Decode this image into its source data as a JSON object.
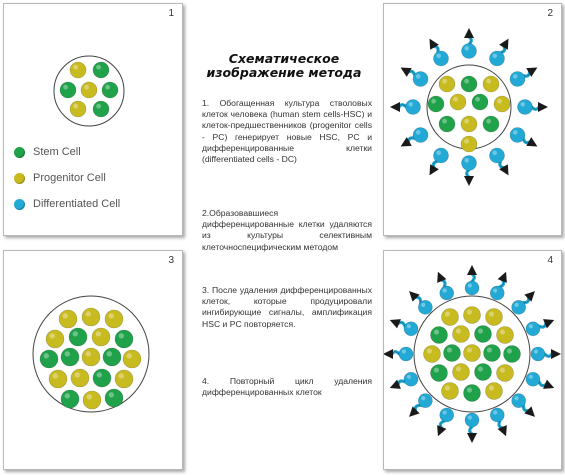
{
  "panels": [
    {
      "number": "1"
    },
    {
      "number": "2"
    },
    {
      "number": "3"
    },
    {
      "number": "4"
    }
  ],
  "legend": {
    "items": [
      {
        "label": "Stem Cell",
        "color": "#1fa24a"
      },
      {
        "label": "Progenitor Cell",
        "color": "#c8bb1f"
      },
      {
        "label": "Differentiated Cell",
        "color": "#22a9d6"
      }
    ]
  },
  "colors": {
    "stem": "#1fa24a",
    "progenitor": "#c8bb1f",
    "differentiated": "#22a9d6",
    "arrow": "#1a1a1a",
    "outline": "#444444"
  },
  "text": {
    "title": "Схематическое изображение метода",
    "step1": "1. Обогащенная культура стволовых клеток человека (human stem cells-HSC) и клеток-предшественников (progenitor cells - PC) генерирует новые HSC, PC и дифференцированные клетки (differentiated cells - DC)",
    "step2": "2.Образовавшиеся дифференцированные клетки удаляются из культуры селективным клеточноспецифическим методом",
    "step3": "3. После удаления дифференцированных клеток, которые продуцировали ингибирующие сигналы, амплификация HSC и PC повторяется.",
    "step4": "4. Повторный цикл удаления дифференцированных клеток"
  }
}
